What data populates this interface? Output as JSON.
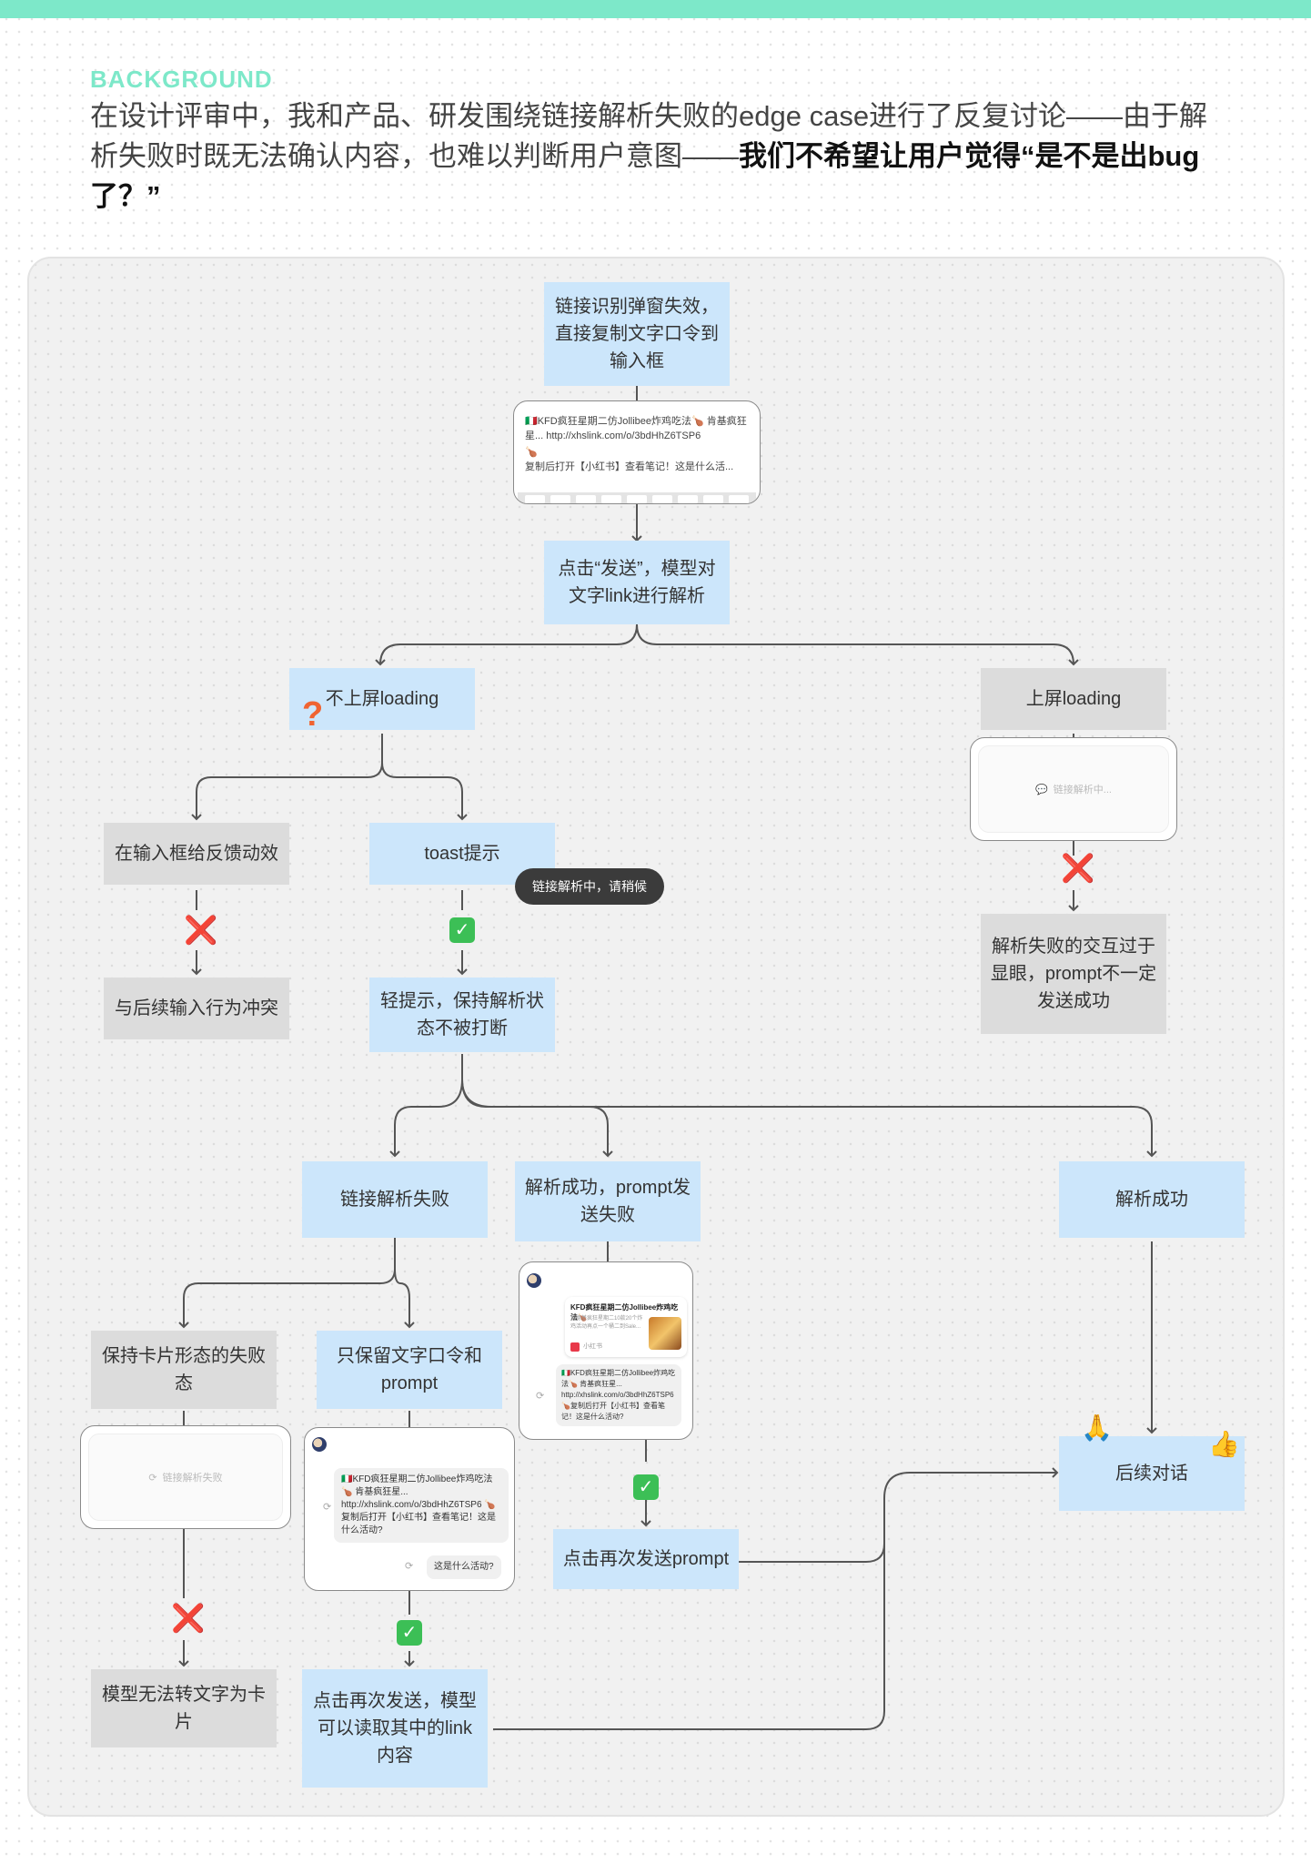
{
  "header": {
    "heading": "BACKGROUND",
    "intro_normal": "在设计评审中，我和产品、研发围绕链接解析失败的edge case进行了反复讨论——由于解析失败时既无法确认内容，也难以判断用户意图——",
    "intro_bold": "我们不希望让用户觉得“是不是出bug了？”"
  },
  "nodes": {
    "start": "链接识别弹窗失效，直接复制文字口令到输入框",
    "send": "点击“发送”，模型对文字link进行解析",
    "no_loading": "不上屏loading",
    "loading": "上屏loading",
    "input_feedback": "在输入框给反馈动效",
    "toast": "toast提示",
    "conflict": "与后续输入行为冲突",
    "light_hint": "轻提示，保持解析状态不被打断",
    "loading_fail": "解析失败的交互过于显眼，prompt不一定发送成功",
    "link_fail": "链接解析失败",
    "prompt_fail": "解析成功，prompt发送失败",
    "parse_ok": "解析成功",
    "keep_card": "保持卡片形态的失败态",
    "keep_text": "只保留文字口令和prompt",
    "resend_prompt": "点击再次发送prompt",
    "card_fail": "模型无法转文字为卡片",
    "resend_read": "点击再次发送，模型可以读取其中的link内容",
    "continue": "后续对话"
  },
  "mockups": {
    "input_line1": "🇮🇹KFD疯狂星期二仿Jollibee炸鸡吃法🍗 肯基疯狂星... http://xhslink.com/o/3bdHhZ6TSP6",
    "input_line2": "🍗",
    "input_line3": "复制后打开【小红书】查看笔记！这是什么活...",
    "loading_label": "链接解析中...",
    "toast_text": "链接解析中，请稍候",
    "fail_label": "链接解析失败",
    "text_msg": "🇮🇹KFD疯狂星期二仿Jollibee炸鸡吃法🍗 肯基疯狂星... http://xhslink.com/o/3bdHhZ6TSP6 🍗复制后打开【小红书】查看笔记！这是什么活动?",
    "question": "这是什么活动?",
    "card_title": "KFD疯狂星期二仿Jollibee炸鸡吃法🍗",
    "card_desc": "肯德基疯狂星期二10款20个炸鸡活动再点一个桶二到Sale...",
    "card_src": "小红书",
    "text_msg2": "🇮🇹KFD疯狂星期二仿Jollibee炸鸡吃法🍗 肯基疯狂星... http://xhslink.com/o/3bdHhZ6TSP6 🍗复制后打开【小红书】查看笔记！这是什么活动?"
  },
  "icons": {
    "cross": "❌",
    "check": "✓",
    "question": "?",
    "pray": "🙏",
    "thumbs": "👍",
    "refresh": "⟳",
    "chat": "💬"
  },
  "colors": {
    "accent": "#7de8c9",
    "node_blue": "#cce6fb",
    "node_gray": "#dcdcdc",
    "cross": "#e03a2c",
    "check": "#3cbf56",
    "question": "#f06432"
  }
}
